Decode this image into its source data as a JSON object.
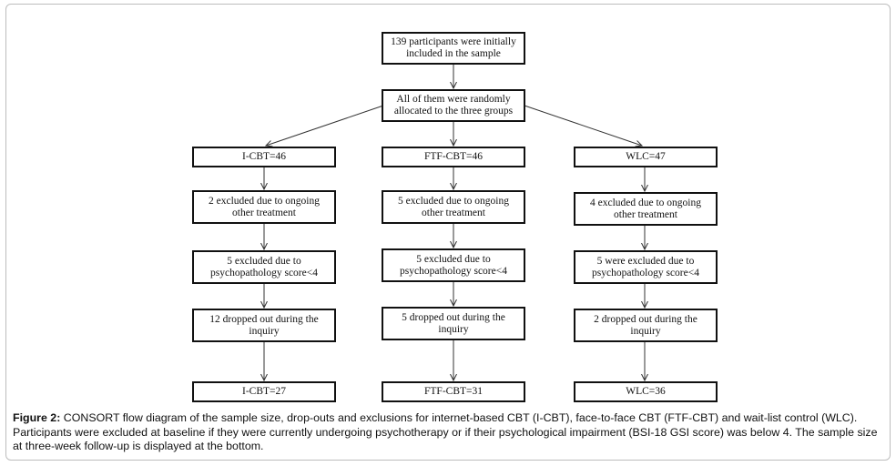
{
  "diagram": {
    "top": "139 participants were initially included in the sample",
    "randomized": "All of them were randomly allocated to the three groups",
    "groups": [
      {
        "header": "I-CBT=46",
        "excluded_treatment": "2 excluded due to ongoing other treatment",
        "excluded_score": "5 excluded due to psychopathology score<4",
        "dropped": "12 dropped out during the inquiry",
        "final": "I-CBT=27"
      },
      {
        "header": "FTF-CBT=46",
        "excluded_treatment": "5 excluded due to ongoing other treatment",
        "excluded_score": "5 excluded due to psychopathology score<4",
        "dropped": "5 dropped out during the inquiry",
        "final": "FTF-CBT=31"
      },
      {
        "header": "WLC=47",
        "excluded_treatment": "4 excluded due to ongoing other treatment",
        "excluded_score": "5 were excluded due to psychopathology score<4",
        "dropped": "2 dropped out during the inquiry",
        "final": "WLC=36"
      }
    ]
  },
  "caption": {
    "label": "Figure 2:",
    "text": "CONSORT flow diagram of the sample size, drop-outs and exclusions for internet-based CBT (I-CBT), face-to-face CBT (FTF-CBT) and wait-list control (WLC). Participants were excluded at baseline if they were currently undergoing psychotherapy or if their psychological impairment (BSI-18 GSI score) was below 4. The sample size at three-week follow-up is displayed at the bottom."
  }
}
